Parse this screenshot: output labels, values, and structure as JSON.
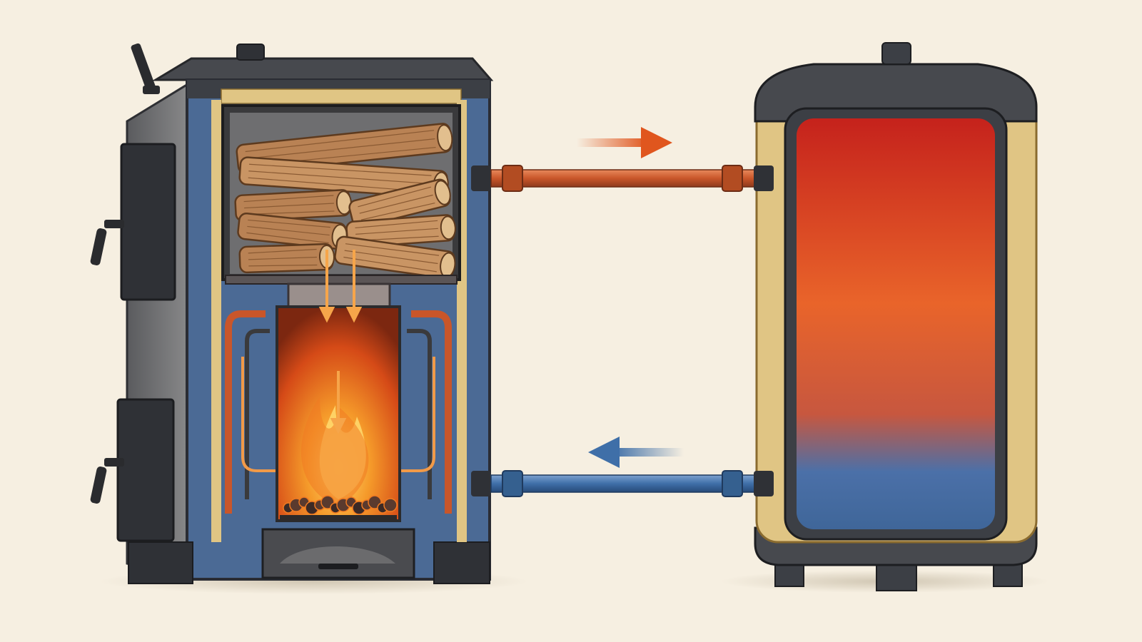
{
  "diagram": {
    "components": [
      {
        "id": "boiler",
        "kind": "wood-gasification-boiler"
      },
      {
        "id": "tank",
        "kind": "buffer-storage-tank"
      }
    ],
    "connections": [
      {
        "from": "boiler",
        "to": "tank",
        "role": "hot-flow",
        "direction": "right"
      },
      {
        "from": "tank",
        "to": "boiler",
        "role": "cool-return",
        "direction": "left"
      }
    ],
    "colors": {
      "background": "#f6efe1",
      "steel": "#3c3f45",
      "steel_light": "#7b7c7d",
      "water_jacket": "#4b6a95",
      "insulation": "#e0c584",
      "hot": "#e0561e",
      "hot_deep": "#c5221c",
      "cold": "#3f6fa8",
      "flame_core": "#ffd76b",
      "wood": "#c99564"
    }
  }
}
